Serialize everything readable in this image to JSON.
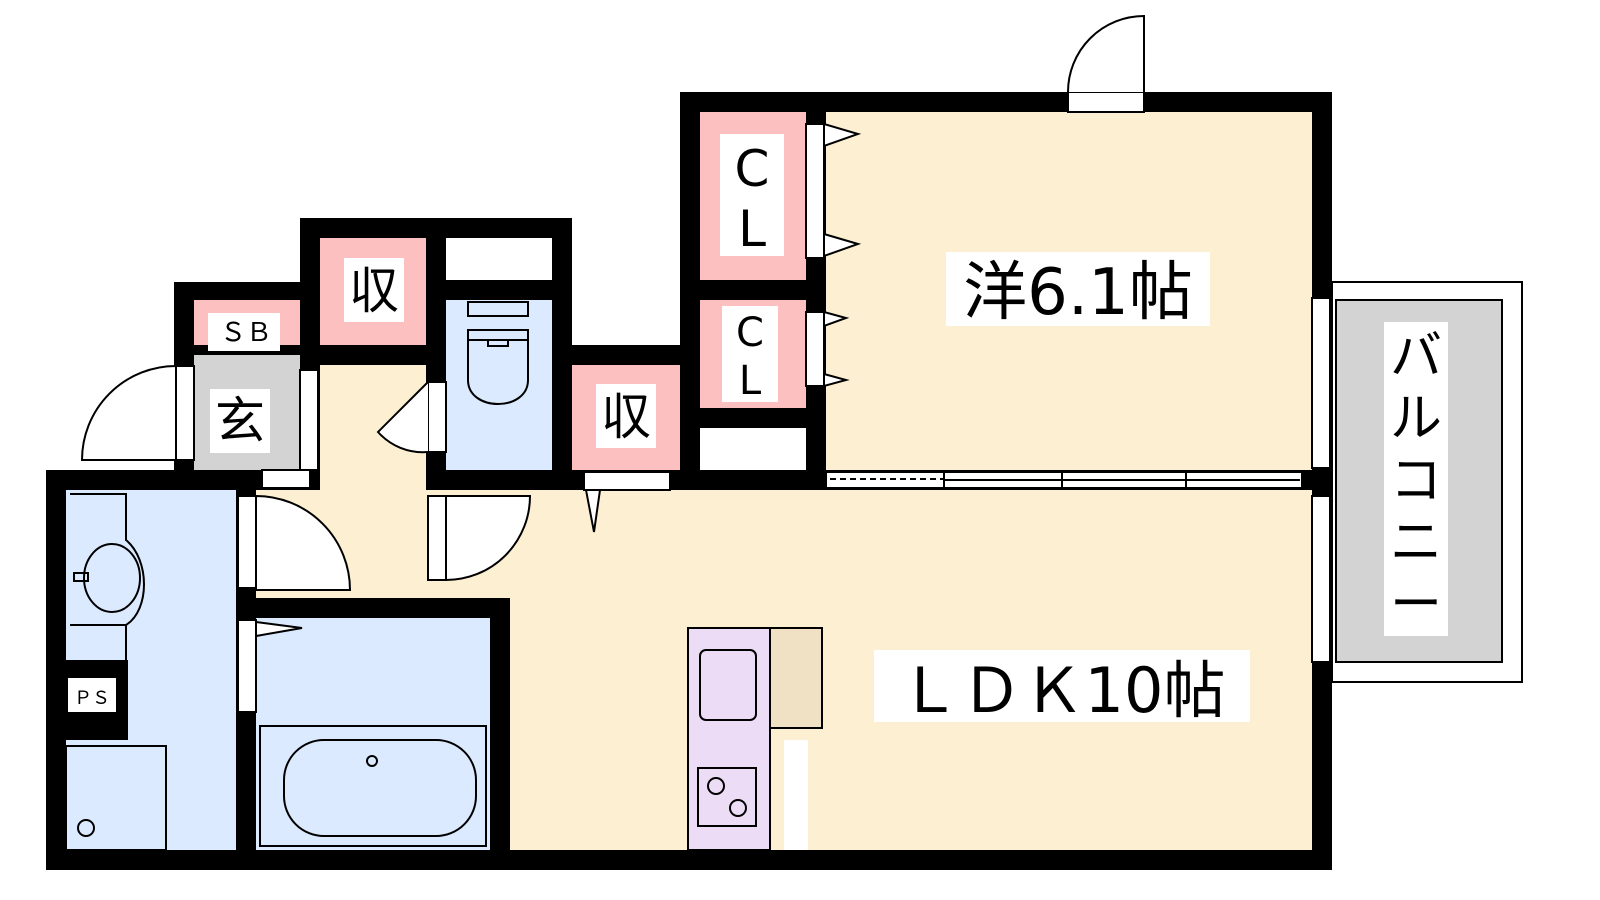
{
  "rooms": {
    "western": {
      "label": "洋6.1帖"
    },
    "ldk": {
      "label": "ＬＤＫ10帖"
    },
    "closet_1": {
      "label_top": "C",
      "label_bottom": "L"
    },
    "closet_2": {
      "label_top": "C",
      "label_bottom": "L"
    },
    "storage_upper": {
      "label": "収"
    },
    "storage_mid": {
      "label": "収"
    },
    "shoe_box": {
      "label": "ＳＢ"
    },
    "entrance": {
      "label": "玄"
    },
    "pipe_space": {
      "label": "ＰＳ"
    },
    "balcony": {
      "label_chars": [
        "バ",
        "ル",
        "コ",
        "ニ",
        "ー"
      ]
    }
  },
  "colors": {
    "wall": "#000000",
    "room": "#fdf0d2",
    "wet": "#dbeafe",
    "storage": "#fdc0c0",
    "entrance": "#d3d3d3",
    "balcony": "#d3d3d3",
    "kitchen": "#ecdcf5",
    "counter": "#f0e0c4"
  }
}
